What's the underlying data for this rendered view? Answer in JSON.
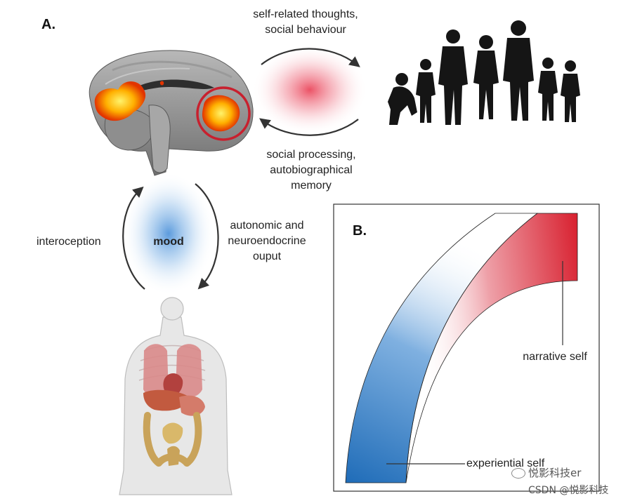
{
  "panel_a": {
    "label": "A.",
    "top_label_line1": "self-related thoughts,",
    "top_label_line2": "social behaviour",
    "bottom_label_line1": "social processing,",
    "bottom_label_line2": "autobiographical",
    "bottom_label_line3": "memory",
    "left_label": "interoception",
    "center_label": "mood",
    "right_label_line1": "autonomic and",
    "right_label_line2": "neuroendocrine",
    "right_label_line3": "ouput"
  },
  "panel_b": {
    "label": "B.",
    "narrative_label": "narrative self",
    "experiential_label": "experiential self"
  },
  "watermark": {
    "line1": "悦影科技er",
    "line2": "CSDN @悦影科技"
  },
  "colors": {
    "highlight_ring": "#c8202e",
    "social_glow": "#e8334a",
    "mood_glow": "#4a90d9",
    "narrative_red": "#d8202f",
    "experiential_blue": "#1f6cb8"
  }
}
